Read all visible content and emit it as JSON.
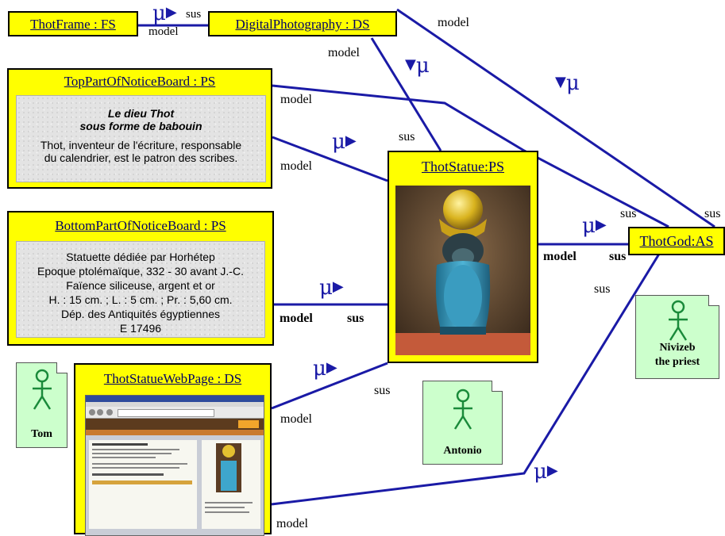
{
  "nodes": {
    "thotframe": "ThotFrame : FS",
    "digitalphotography": "DigitalPhotography : DS",
    "toppart": "TopPartOfNoticeBoard : PS",
    "bottompart": "BottomPartOfNoticeBoard : PS",
    "thotstatue": "ThotStatue:PS",
    "thotgod": "ThotGod:AS",
    "webpage": "ThotStatueWebPage : DS"
  },
  "notice_top": {
    "title_line1": "Le dieu Thot",
    "title_line2": "sous forme de babouin",
    "body_line1": "Thot, inventeur de l'écriture, responsable",
    "body_line2": "du calendrier, est le patron des scribes."
  },
  "notice_bottom": {
    "lines": [
      "Statuette dédiée par Horhétep",
      "Epoque ptolémaïque, 332 - 30 avant J.-C.",
      "Faïence siliceuse, argent et or",
      "H. : 15 cm. ; L. : 5 cm. ; Pr. : 5,60 cm.",
      "Dép. des Antiquités égyptiennes",
      "E 17496"
    ]
  },
  "actors": {
    "tom": "Tom",
    "antonio": "Antonio",
    "nivizeb_line1": "Nivizeb",
    "nivizeb_line2": "the priest"
  },
  "edge_labels": {
    "mu": "μ",
    "model": "model",
    "sus": "sus"
  },
  "colors": {
    "node_fill": "#ffff00",
    "edge": "#1a1aa6",
    "actor_fill": "#ccffcc"
  }
}
